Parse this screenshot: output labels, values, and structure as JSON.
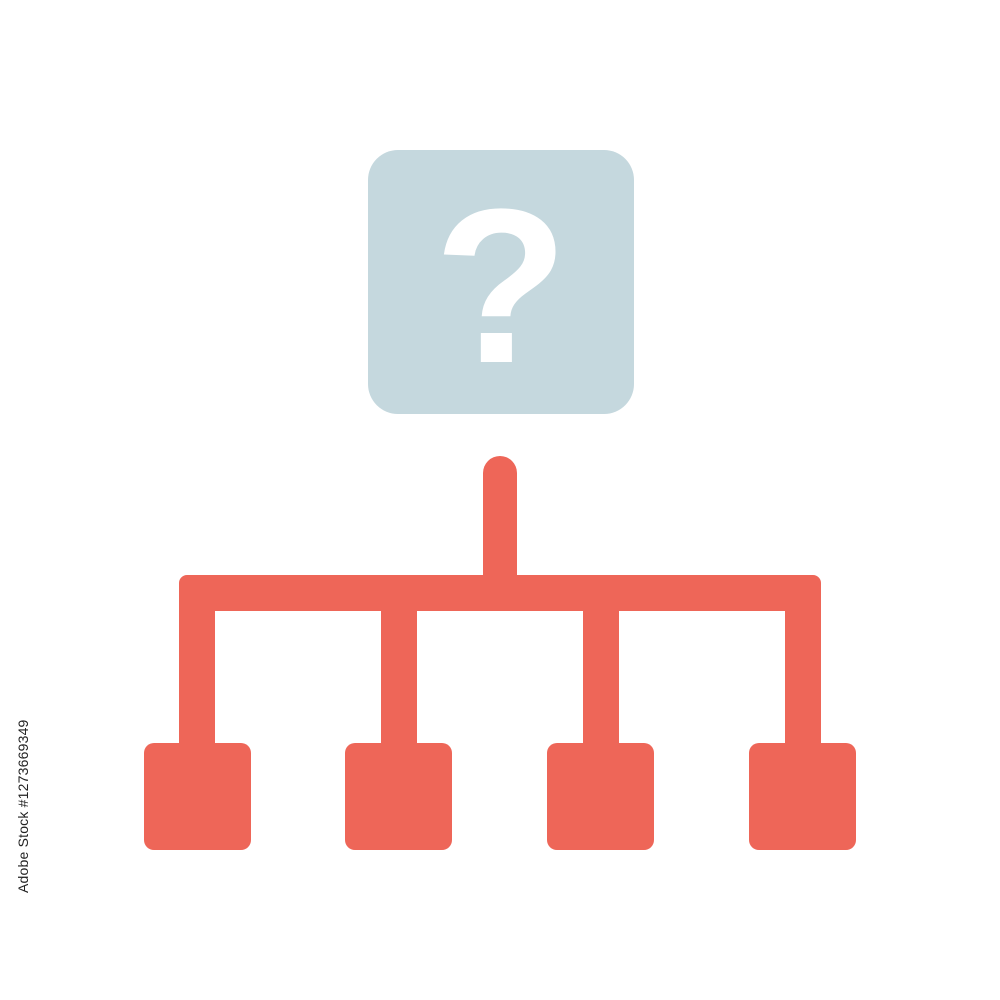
{
  "diagram": {
    "root_symbol": "?",
    "child_count": 4,
    "colors": {
      "question_box": "#c5d8de",
      "question_mark": "#ffffff",
      "hierarchy": "#ee6658",
      "background": "#ffffff"
    },
    "icons": {
      "root": "question-mark-icon",
      "hierarchy": "org-chart-icon"
    }
  },
  "watermark": {
    "brand": "Adobe Stock",
    "id_text": "#1273669349"
  }
}
